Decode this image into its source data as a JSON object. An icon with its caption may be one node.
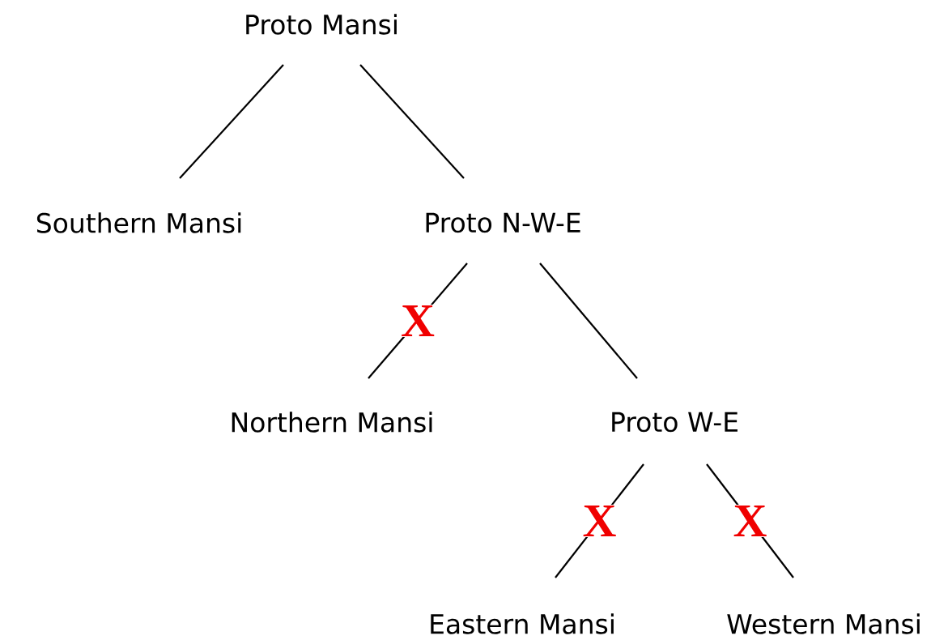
{
  "diagram": {
    "nodes": [
      {
        "text": [
          "Proto Mansi"
        ]
      },
      {
        "text": [
          "Southern Mansi"
        ]
      },
      {
        "text": [
          "Proto N-W-E"
        ]
      },
      {
        "text": [
          "Northern Mansi"
        ]
      },
      {
        "text": [
          "Proto W-E"
        ]
      },
      {
        "text": [
          "Eastern Mansi"
        ]
      },
      {
        "text": [
          "Western Mansi"
        ]
      }
    ],
    "edges": [
      {
        "from": 0,
        "to": 1,
        "arrow": "none"
      },
      {
        "from": 0,
        "to": 2,
        "arrow": "none"
      },
      {
        "from": 2,
        "to": 3,
        "arrow": "none",
        "label": "X"
      },
      {
        "from": 2,
        "to": 4,
        "arrow": "none"
      },
      {
        "from": 4,
        "to": 5,
        "arrow": "none",
        "label": "X"
      },
      {
        "from": 4,
        "to": 6,
        "arrow": "none",
        "label": "X"
      }
    ]
  }
}
